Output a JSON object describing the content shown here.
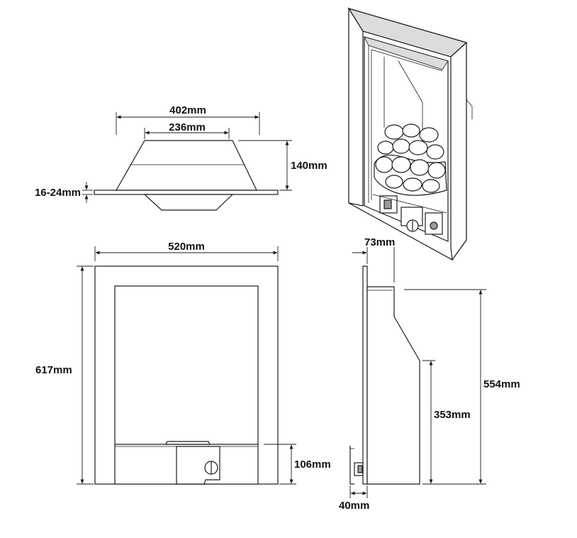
{
  "dimensions": {
    "top_outer_width": "402mm",
    "top_inner_width": "236mm",
    "top_depth": "140mm",
    "wall_thickness": "16-24mm",
    "front_width": "520mm",
    "front_height": "617mm",
    "front_base_height": "106mm",
    "side_top_depth": "73mm",
    "side_height": "554mm",
    "side_lower_height": "353mm",
    "side_bottom_depth": "40mm"
  }
}
